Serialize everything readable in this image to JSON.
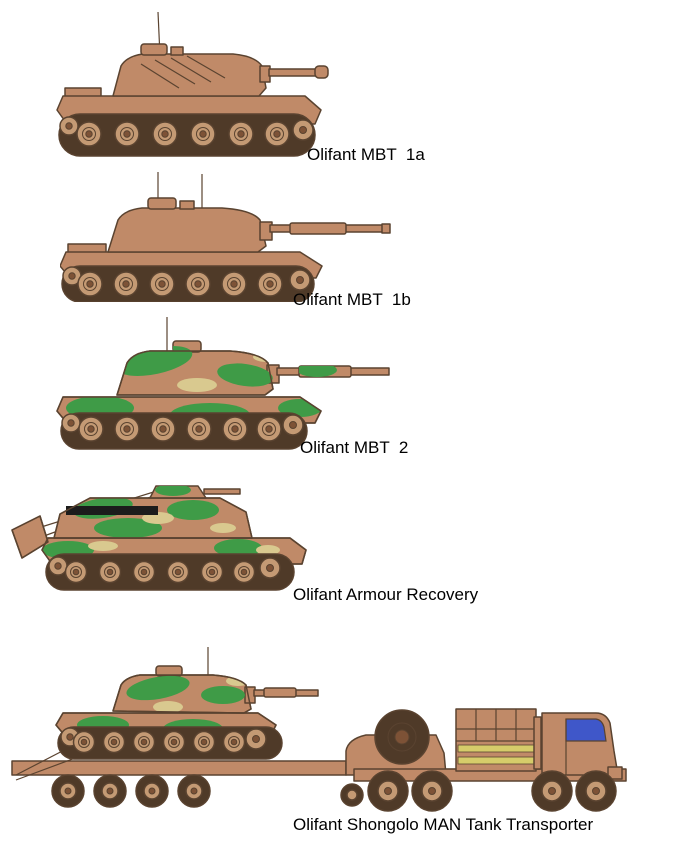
{
  "page": {
    "background": "#ffffff"
  },
  "vehicles": [
    {
      "id": "olifant-mbt-1a",
      "label": "Olifant MBT  1a"
    },
    {
      "id": "olifant-mbt-1b",
      "label": "Olifant MBT  1b"
    },
    {
      "id": "olifant-mbt-2",
      "label": "Olifant MBT  2"
    },
    {
      "id": "olifant-armour-recovery",
      "label": "Olifant Armour Recovery"
    },
    {
      "id": "olifant-shongolo-transporter",
      "label": "Olifant Shongolo MAN Tank Transporter"
    }
  ],
  "colors": {
    "body_tan": "#c08a68",
    "outline": "#5a4330",
    "track_dark": "#4f3a28",
    "wheel_tan": "#c49a74",
    "wheel_hub": "#7d5236",
    "camo_green": "#3f9b47",
    "camo_khaki": "#d9c98f",
    "window_blue": "#3f57c9",
    "stripe_yellow": "#d6cc6a",
    "black_detail": "#1c1c1c"
  }
}
